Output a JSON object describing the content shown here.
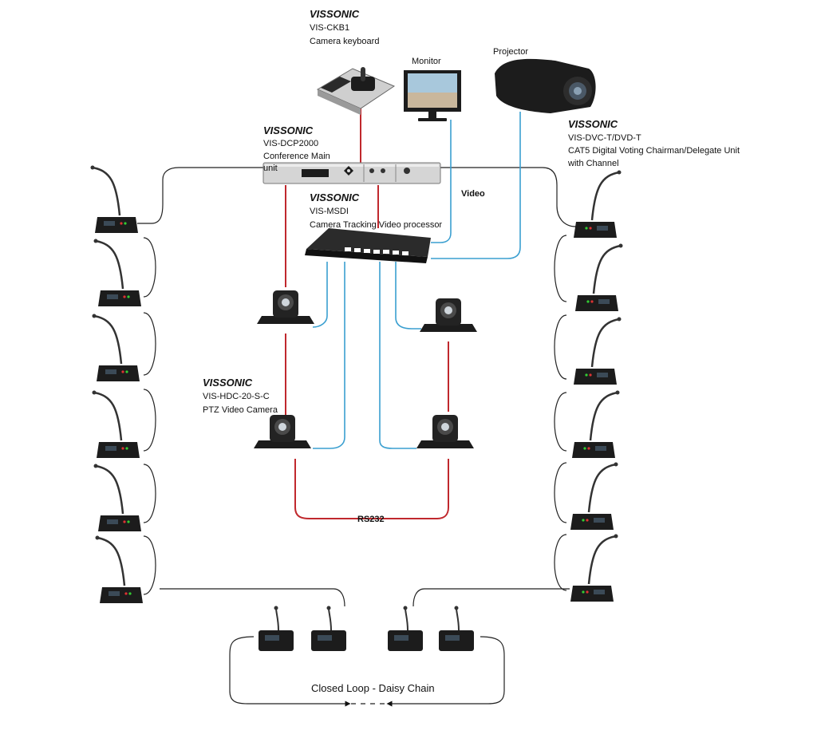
{
  "devices": {
    "keyboard": {
      "brand": "VISSONIC",
      "model": "VIS-CKB1",
      "desc": "Camera keyboard"
    },
    "main_unit": {
      "brand": "VISSONIC",
      "model": "VIS-DCP2000",
      "desc1": "Conference Main",
      "desc2": "unit"
    },
    "processor": {
      "brand": "VISSONIC",
      "model": "VIS-MSDI",
      "desc": "Camera Tracking Video processor"
    },
    "delegate_unit": {
      "brand": "VISSONIC",
      "model": "VIS-DVC-T/DVD-T",
      "desc1": "CAT5 Digital Voting Chairman/Delegate Unit",
      "desc2": "with Channel"
    },
    "ptz_camera": {
      "brand": "VISSONIC",
      "model": "VIS-HDC-20-S-C",
      "desc": "PTZ Video Camera"
    },
    "monitor": {
      "label": "Monitor"
    },
    "projector": {
      "label": "Projector"
    }
  },
  "links": {
    "video": "Video",
    "rs232": "RS232"
  },
  "loop": {
    "label": "Closed Loop - Daisy Chain"
  },
  "colors": {
    "control_line": "#c0282d",
    "video_line": "#3a9fd0",
    "cat5_line": "#222222",
    "device_dark": "#1c1c1c"
  }
}
